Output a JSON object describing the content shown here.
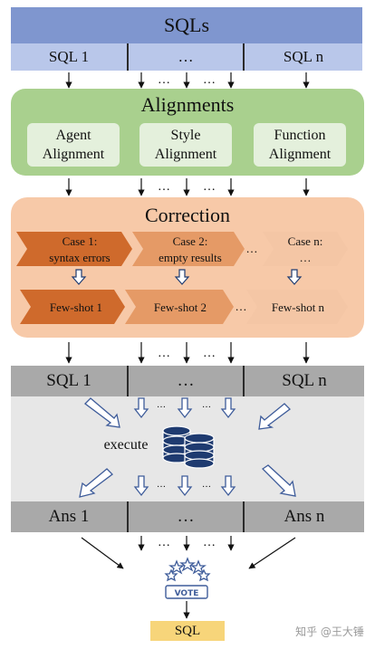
{
  "sqls": {
    "title": "SQLs",
    "first": "SQL 1",
    "middle": "…",
    "last": "SQL n"
  },
  "alignments": {
    "title": "Alignments",
    "cards": [
      {
        "line1": "Agent",
        "line2": "Alignment"
      },
      {
        "line1": "Style",
        "line2": "Alignment"
      },
      {
        "line1": "Function",
        "line2": "Alignment"
      }
    ]
  },
  "correction": {
    "title": "Correction",
    "cases": [
      {
        "line1": "Case 1:",
        "line2": "syntax errors"
      },
      {
        "line1": "Case 2:",
        "line2": "empty results"
      },
      {
        "line1": "Case n:",
        "line2": "…"
      }
    ],
    "fewshots": [
      "Few-shot 1",
      "Few-shot 2",
      "Few-shot n"
    ],
    "ellipsis": "…"
  },
  "results": {
    "first": "SQL 1",
    "middle": "…",
    "last": "SQL n",
    "execute_label": "execute"
  },
  "answers": {
    "first": "Ans 1",
    "middle": "…",
    "last": "Ans n"
  },
  "vote": {
    "label": "VOTE"
  },
  "final": {
    "label": "SQL"
  },
  "watermark": "知乎 @王大锤",
  "dots": "…",
  "colors": {
    "sqls_header": "#7f96cf",
    "sqls_row": "#b9c7ea",
    "alignments_bg": "#a9d08e",
    "alignment_card": "#e4f0dc",
    "correction_bg": "#f7c9a8",
    "case_dark": "#cf6a2c",
    "case_mid": "#e59a66",
    "case_light": "#f4c6a5",
    "result_row": "#a9a9a9",
    "exec_band": "#e7e7e7",
    "database_icon": "#1f3b70",
    "vote_icon": "#3e5c9a",
    "final_badge": "#f7d57a"
  }
}
